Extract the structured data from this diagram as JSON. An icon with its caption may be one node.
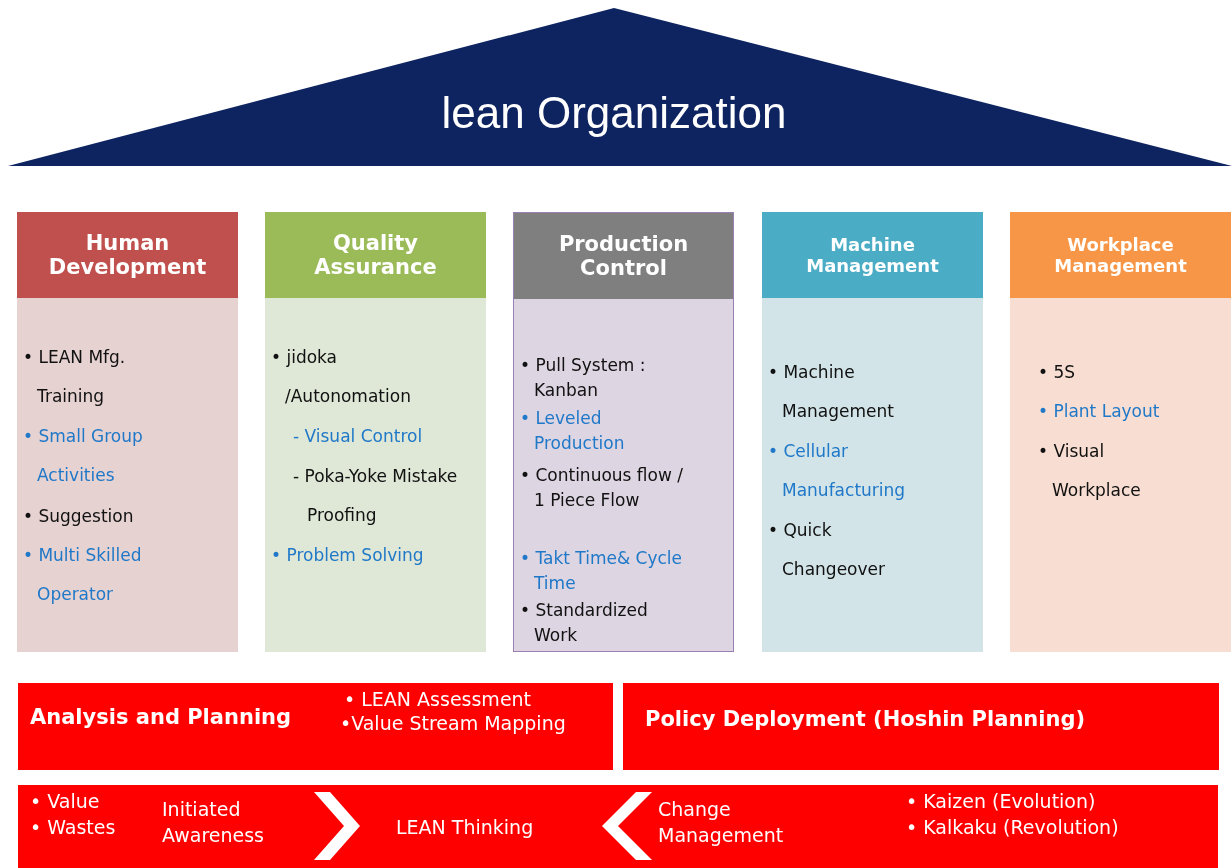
{
  "diagram": {
    "nodes": [
      {
        "text": [
          "lean Organization"
        ]
      },
      {
        "text": [
          "Human Development",
          "• LEAN Mfg. Training",
          "• Small Group Activities",
          "• Suggestion",
          "• Multi Skilled Operator"
        ]
      },
      {
        "text": [
          "Quality Assurance",
          "• jidoka /Autonomation",
          "- Visual Control",
          "- Poka-Yoke Mistake Proofing",
          "• Problem Solving"
        ]
      },
      {
        "text": [
          "Production Control",
          "• Pull System : Kanban",
          "• Leveled Production",
          "• Continuous flow / 1 Piece Flow",
          "• Takt Time& Cycle Time",
          "• Standardized Work"
        ]
      },
      {
        "text": [
          "Machine Management",
          "• Machine Management",
          "• Cellular Manufacturing",
          "• Quick Changeover"
        ]
      },
      {
        "text": [
          "Workplace Management",
          "• 5S",
          "• Plant Layout",
          "• Visual Workplace"
        ]
      },
      {
        "text": [
          "Analysis and Planning",
          "• LEAN Assessment",
          "•Value Stream Mapping"
        ]
      },
      {
        "text": [
          "Policy Deployment (Hoshin Planning)"
        ]
      },
      {
        "text": [],
        "shape": "bar"
      },
      {
        "text": [
          "Initiated Awareness"
        ],
        "in": 8
      },
      {
        "text": [
          "LEAN Thinking"
        ],
        "in": 8
      },
      {
        "text": [
          "Change Management"
        ],
        "in": 8
      }
    ],
    "edges": [
      {
        "from": 9,
        "to": 10,
        "arrow": "to"
      },
      {
        "from": 11,
        "to": 10,
        "arrow": "to"
      }
    ],
    "labels": [
      "• Value",
      "• Wastes",
      "• Kaizen (Evolution)",
      "• Kalkaku (Revolution)"
    ]
  }
}
